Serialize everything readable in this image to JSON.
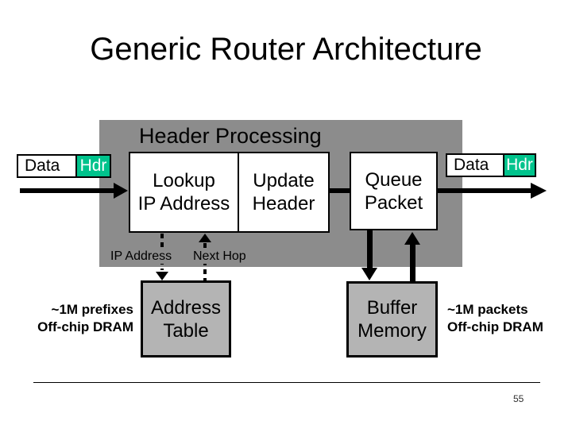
{
  "slide": {
    "title": "Generic Router Architecture",
    "page_number": "55"
  },
  "header_processing": {
    "label": "Header Processing",
    "stages": [
      {
        "line1": "Lookup",
        "line2": "IP Address"
      },
      {
        "line1": "Update",
        "line2": "Header"
      },
      {
        "line1": "Queue",
        "line2": "Packet"
      }
    ]
  },
  "packets": {
    "in": {
      "data": "Data",
      "hdr": "Hdr"
    },
    "out": {
      "data": "Data",
      "hdr": "Hdr"
    }
  },
  "signals": {
    "ip_address": "IP Address",
    "next_hop": "Next Hop"
  },
  "memories": {
    "address_table": {
      "line1": "Address",
      "line2": "Table",
      "note_line1": "~1M prefixes",
      "note_line2": "Off-chip DRAM"
    },
    "buffer_memory": {
      "line1": "Buffer",
      "line2": "Memory",
      "note_line1": "~1M packets",
      "note_line2": "Off-chip DRAM"
    }
  },
  "colors": {
    "hdr_highlight": "#00C38C",
    "processing_region_bg": "#8C8C8C",
    "memory_box_fill": "#B4B4B4",
    "line_and_text": "#000000"
  }
}
